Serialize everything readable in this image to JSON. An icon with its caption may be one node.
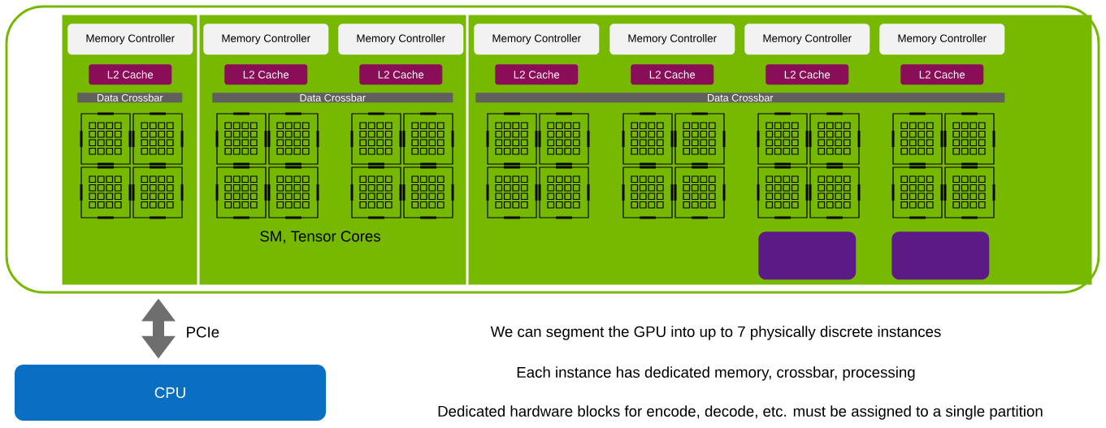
{
  "diagram": {
    "nodes": [
      {
        "text": [],
        "shape": "box"
      },
      {
        "text": [],
        "shape": "box",
        "in": 0
      },
      {
        "text": [
          "Memory Controller"
        ],
        "in": 1
      },
      {
        "text": [
          "L2 Cache"
        ],
        "in": 1
      },
      {
        "text": [
          "Data Crossbar"
        ],
        "in": 1
      },
      {
        "text": [],
        "shape": "box",
        "in": 0
      },
      {
        "text": [
          "Memory Controller"
        ],
        "in": 5
      },
      {
        "text": [
          "Memory Controller"
        ],
        "in": 5
      },
      {
        "text": [
          "L2 Cache"
        ],
        "in": 5
      },
      {
        "text": [
          "L2 Cache"
        ],
        "in": 5
      },
      {
        "text": [
          "Data Crossbar"
        ],
        "in": 5
      },
      {
        "text": [],
        "shape": "box",
        "in": 0
      },
      {
        "text": [
          "Memory Controller"
        ],
        "in": 11
      },
      {
        "text": [
          "Memory Controller"
        ],
        "in": 11
      },
      {
        "text": [
          "Memory Controller"
        ],
        "in": 11
      },
      {
        "text": [
          "Memory Controller"
        ],
        "in": 11
      },
      {
        "text": [
          "L2 Cache"
        ],
        "in": 11
      },
      {
        "text": [
          "L2 Cache"
        ],
        "in": 11
      },
      {
        "text": [
          "L2 Cache"
        ],
        "in": 11
      },
      {
        "text": [
          "L2 Cache"
        ],
        "in": 11
      },
      {
        "text": [
          "Data Crossbar"
        ],
        "in": 11
      },
      {
        "text": [],
        "shape": "box",
        "in": 11
      },
      {
        "text": [],
        "shape": "box",
        "in": 11
      },
      {
        "text": [
          "CPU"
        ]
      }
    ],
    "edges": [
      {
        "from": 0,
        "to": 23,
        "arrow": "both",
        "label": "PCIe"
      }
    ],
    "labels": [
      "SM, Tensor Cores",
      "We can segment the GPU into up to 7 physically discrete instances",
      "Each instance has dedicated memory, crossbar, processing",
      "Dedicated hardware blocks for encode, decode, etc. must be assigned to a single partition"
    ]
  }
}
